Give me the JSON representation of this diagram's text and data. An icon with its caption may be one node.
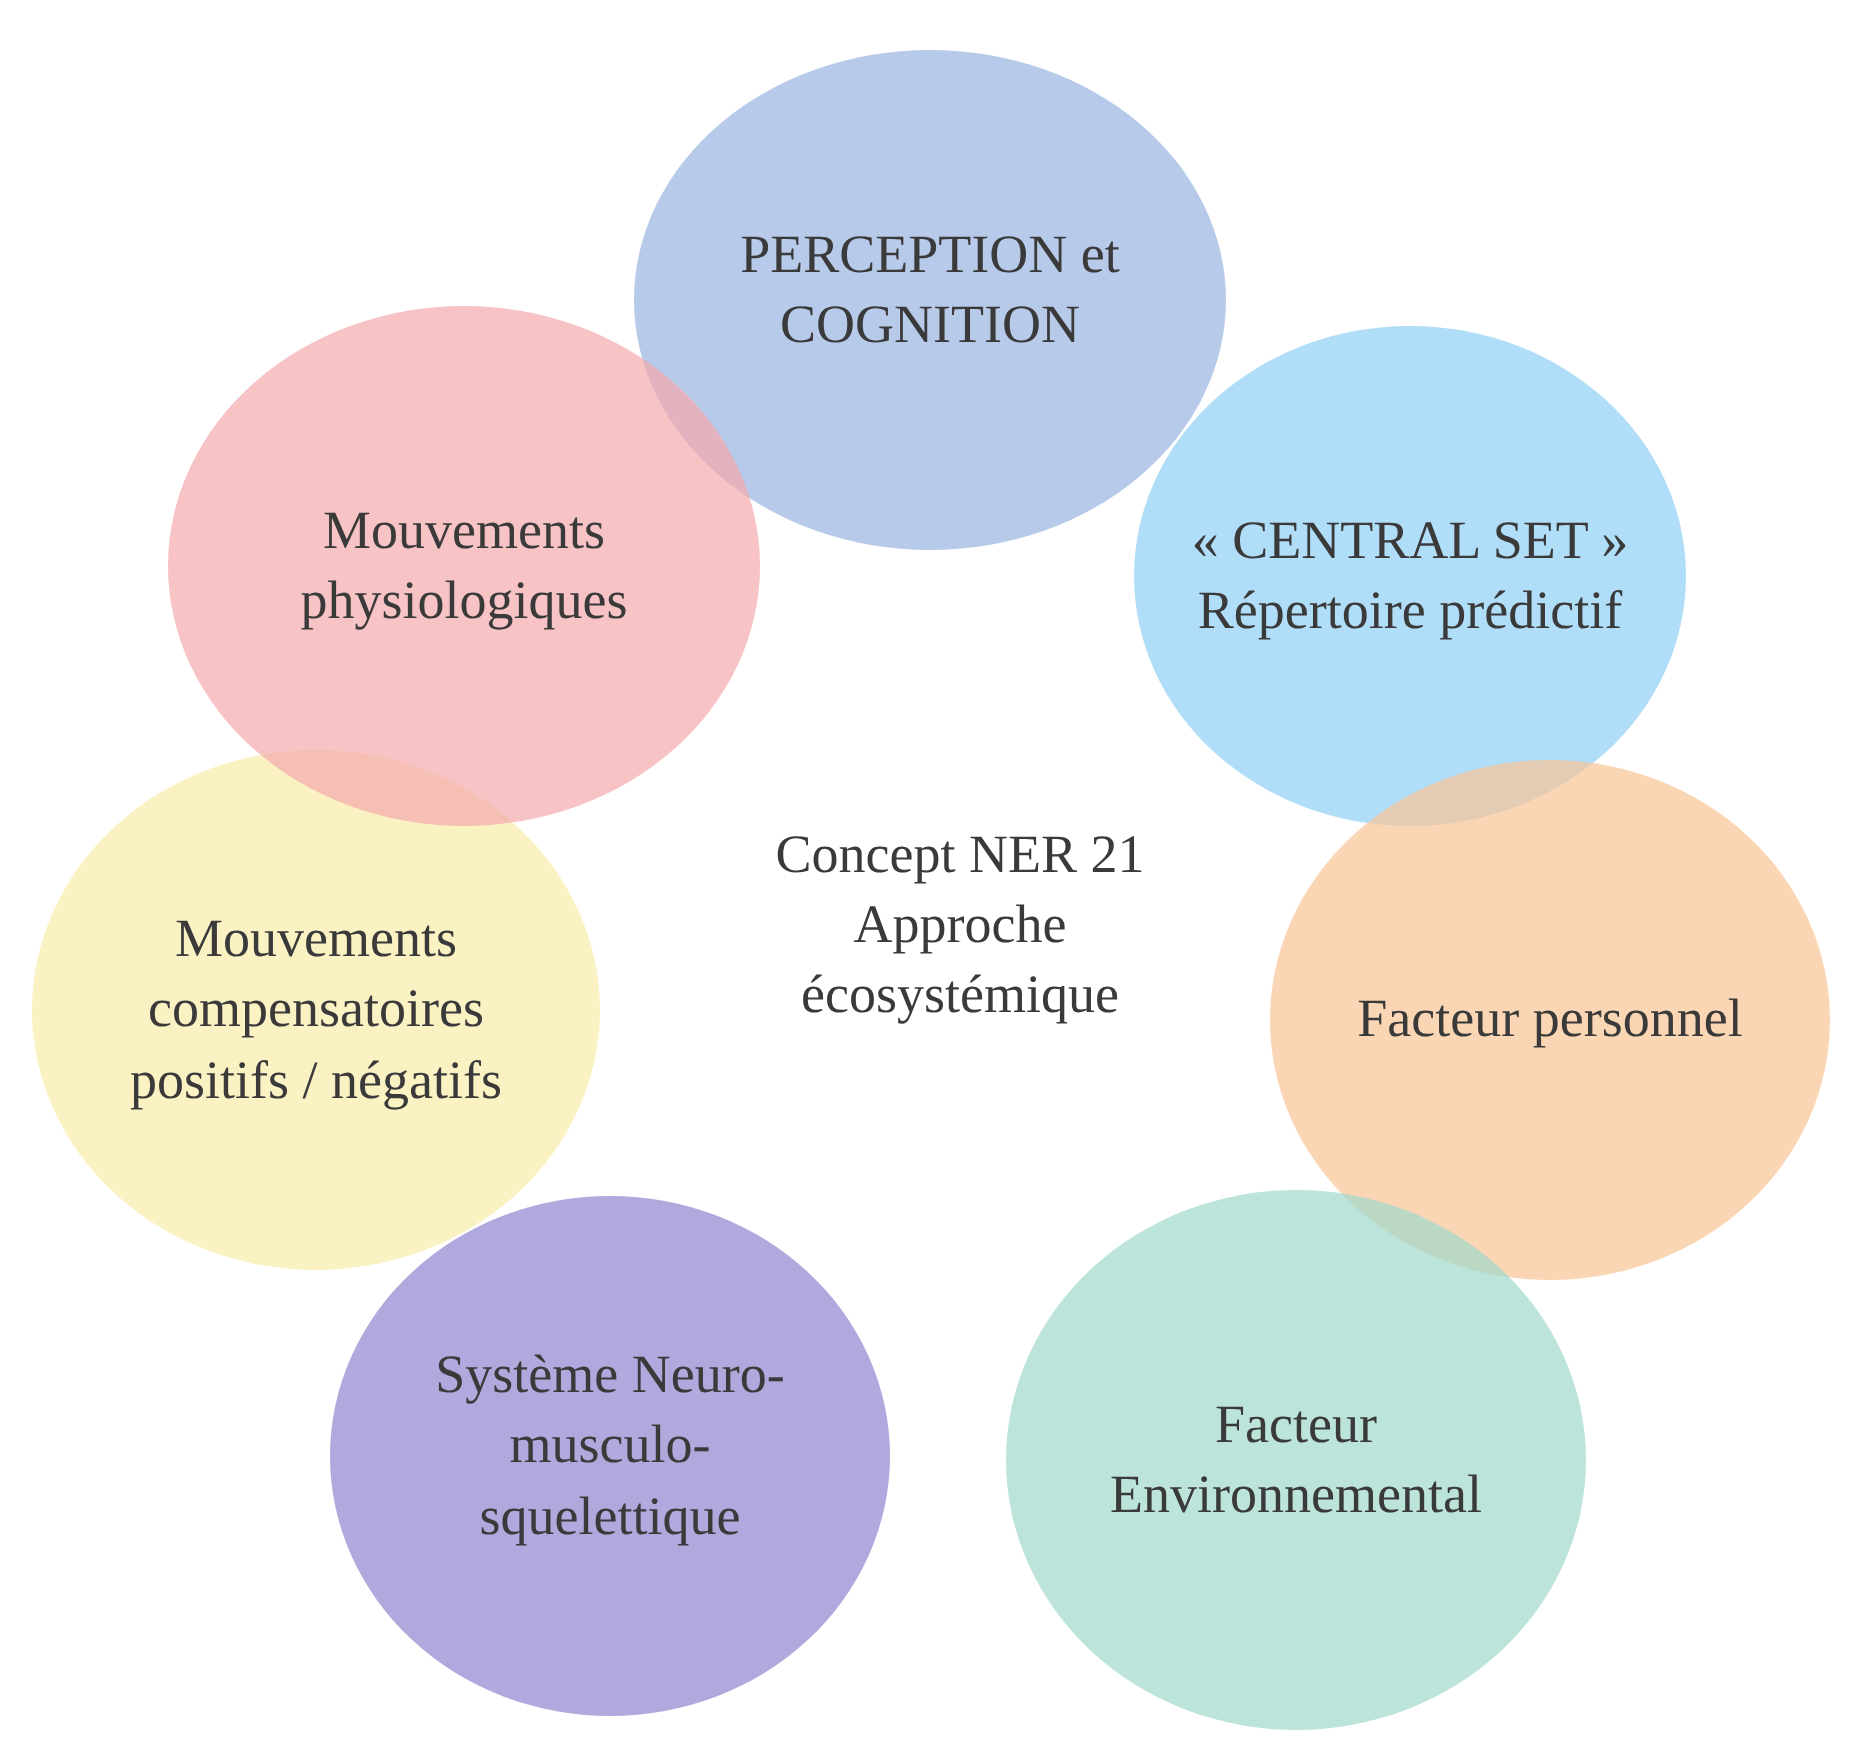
{
  "diagram": {
    "nodes": [
      {
        "text": [
          "PERCEPTION et COGNITION"
        ]
      },
      {
        "text": [
          "« CENTRAL SET » Répertoire prédictif"
        ]
      },
      {
        "text": [
          "Facteur personnel"
        ]
      },
      {
        "text": [
          "Facteur Environnemental"
        ]
      },
      {
        "text": [
          "Système Neuro-musculo-squelettique"
        ]
      },
      {
        "text": [
          "Mouvements compensatoires positifs / négatifs"
        ]
      },
      {
        "text": [
          "Mouvements physiologiques"
        ]
      }
    ],
    "labels": [
      "Concept NER 21 Approche écosystémique"
    ]
  }
}
